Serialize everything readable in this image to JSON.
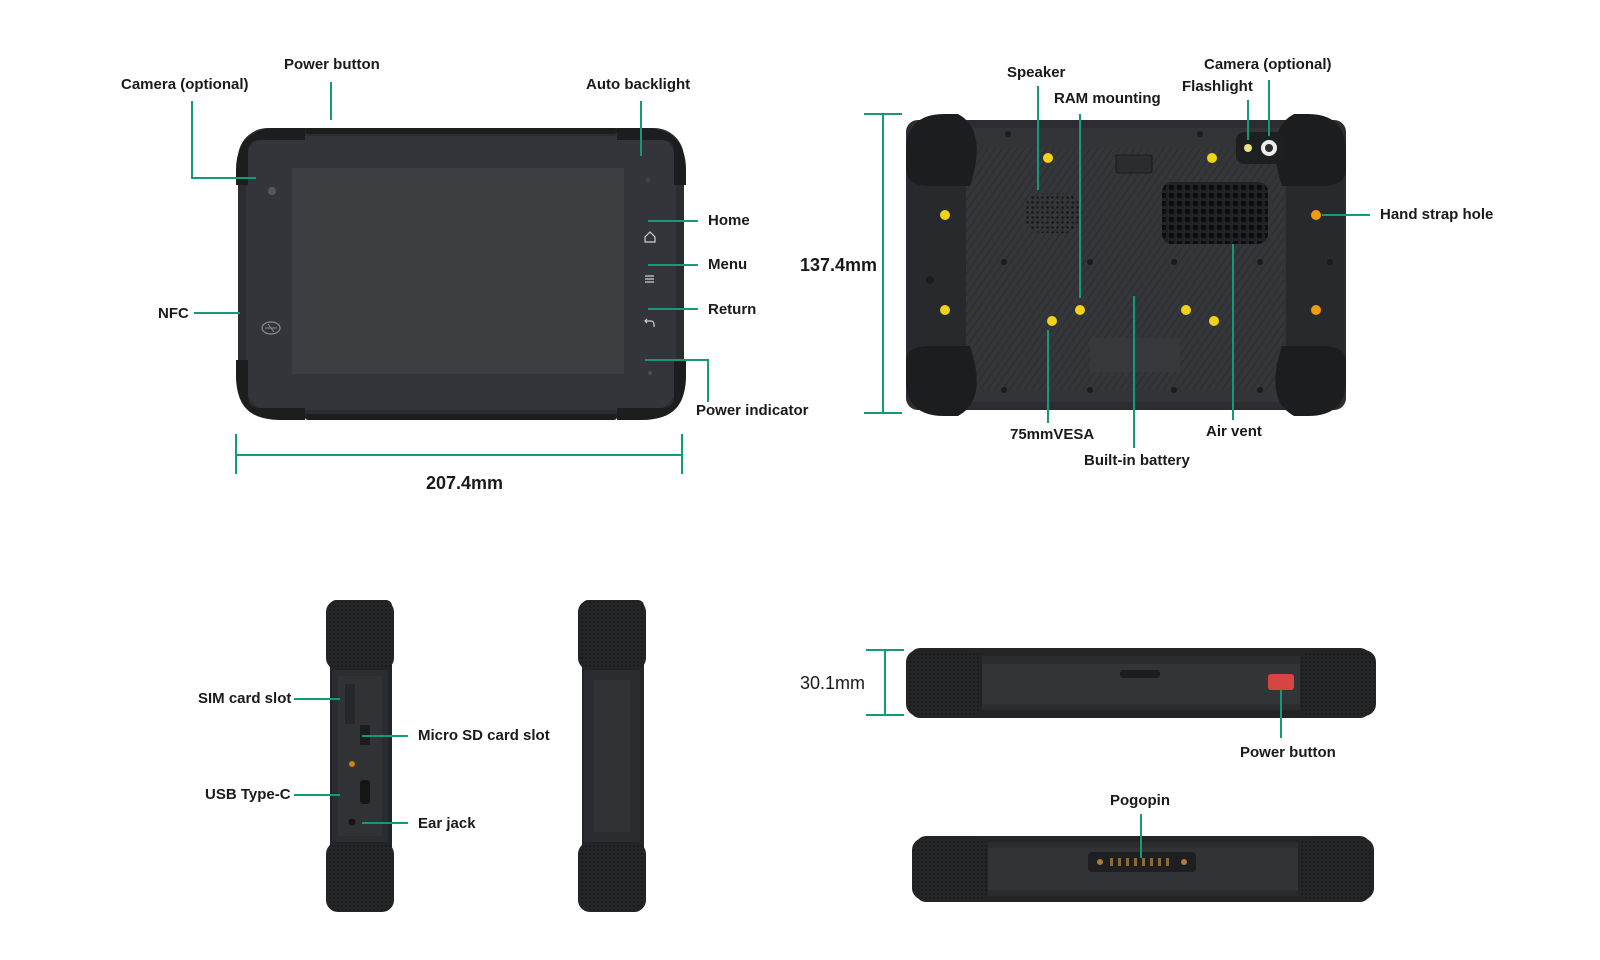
{
  "colors": {
    "accent_line": "#159a78",
    "body_dark": "#2e3033",
    "bumper": "#1d1f21",
    "screen": "#3b3d40",
    "screw_yellow": "#f1d21a",
    "screw_orange": "#f39c12",
    "power_red": "#d64541"
  },
  "front_view": {
    "labels": {
      "camera": "Camera (optional)",
      "power_button": "Power button",
      "auto_backlight": "Auto backlight",
      "home": "Home",
      "menu": "Menu",
      "return": "Return",
      "nfc": "NFC",
      "power_indicator": "Power indicator"
    },
    "width_dimension": "207.4mm"
  },
  "back_view": {
    "labels": {
      "speaker": "Speaker",
      "ram_mounting": "RAM mounting",
      "camera": "Camera (optional)",
      "flashlight": "Flashlight",
      "hand_strap_hole": "Hand strap hole",
      "vesa": "75mmVESA",
      "built_in_battery": "Built-in battery",
      "air_vent": "Air vent"
    },
    "height_dimension": "137.4mm"
  },
  "side_view": {
    "labels": {
      "sim_card_slot": "SIM card slot",
      "micro_sd_slot": "Micro SD card slot",
      "usb_type_c": "USB Type-C",
      "ear_jack": "Ear jack"
    }
  },
  "top_view": {
    "labels": {
      "power_button": "Power button",
      "pogopin": "Pogopin"
    },
    "thickness_dimension": "30.1mm"
  }
}
